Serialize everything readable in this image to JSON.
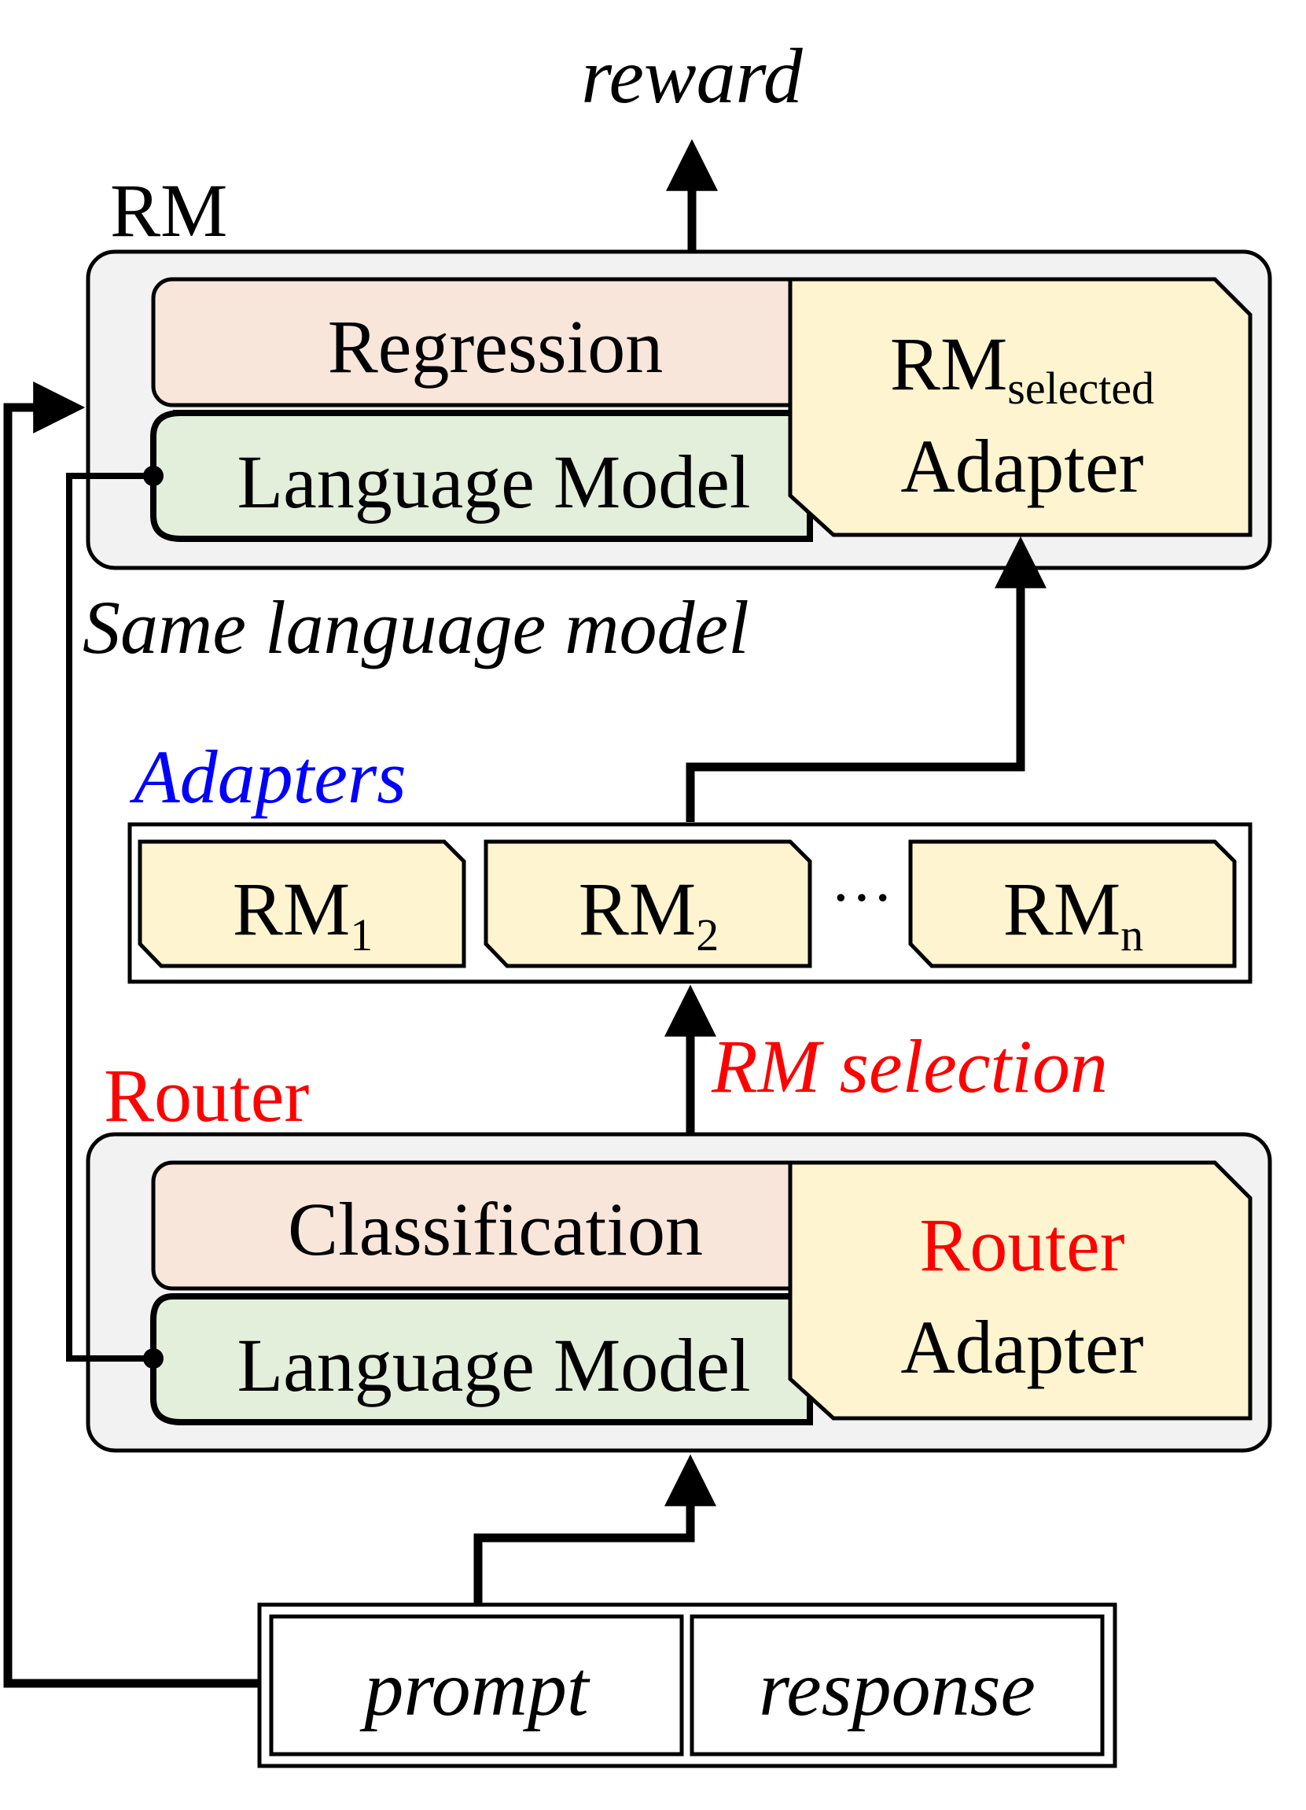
{
  "colors": {
    "outer_fill": "#f2f2f2",
    "head_fill": "#f9e6da",
    "lm_fill": "#e3eedb",
    "adapter_fill": "#fef4d0",
    "router_red": "#ff0000",
    "adapters_blue": "#0000ff",
    "stroke": "#000000"
  },
  "reward": {
    "label": "reward"
  },
  "rm": {
    "label": "RM",
    "head_label": "Regression",
    "lm_label": "Language Model",
    "adapter": {
      "main": "RM",
      "subscript": "selected",
      "line2": "Adapter"
    }
  },
  "same_lm_label": "Same language model",
  "adapters": {
    "label": "Adapters",
    "items": [
      {
        "main": "RM",
        "subscript": "1"
      },
      {
        "main": "RM",
        "subscript": "2"
      },
      {
        "main": "RM",
        "subscript": "n"
      }
    ],
    "ellipsis": "···"
  },
  "rm_selection_label": "RM selection",
  "router": {
    "label": "Router",
    "head_label": "Classification",
    "lm_label": "Language Model",
    "adapter": {
      "line1": "Router",
      "line2": "Adapter"
    }
  },
  "input": {
    "prompt": "prompt",
    "response": "response"
  }
}
